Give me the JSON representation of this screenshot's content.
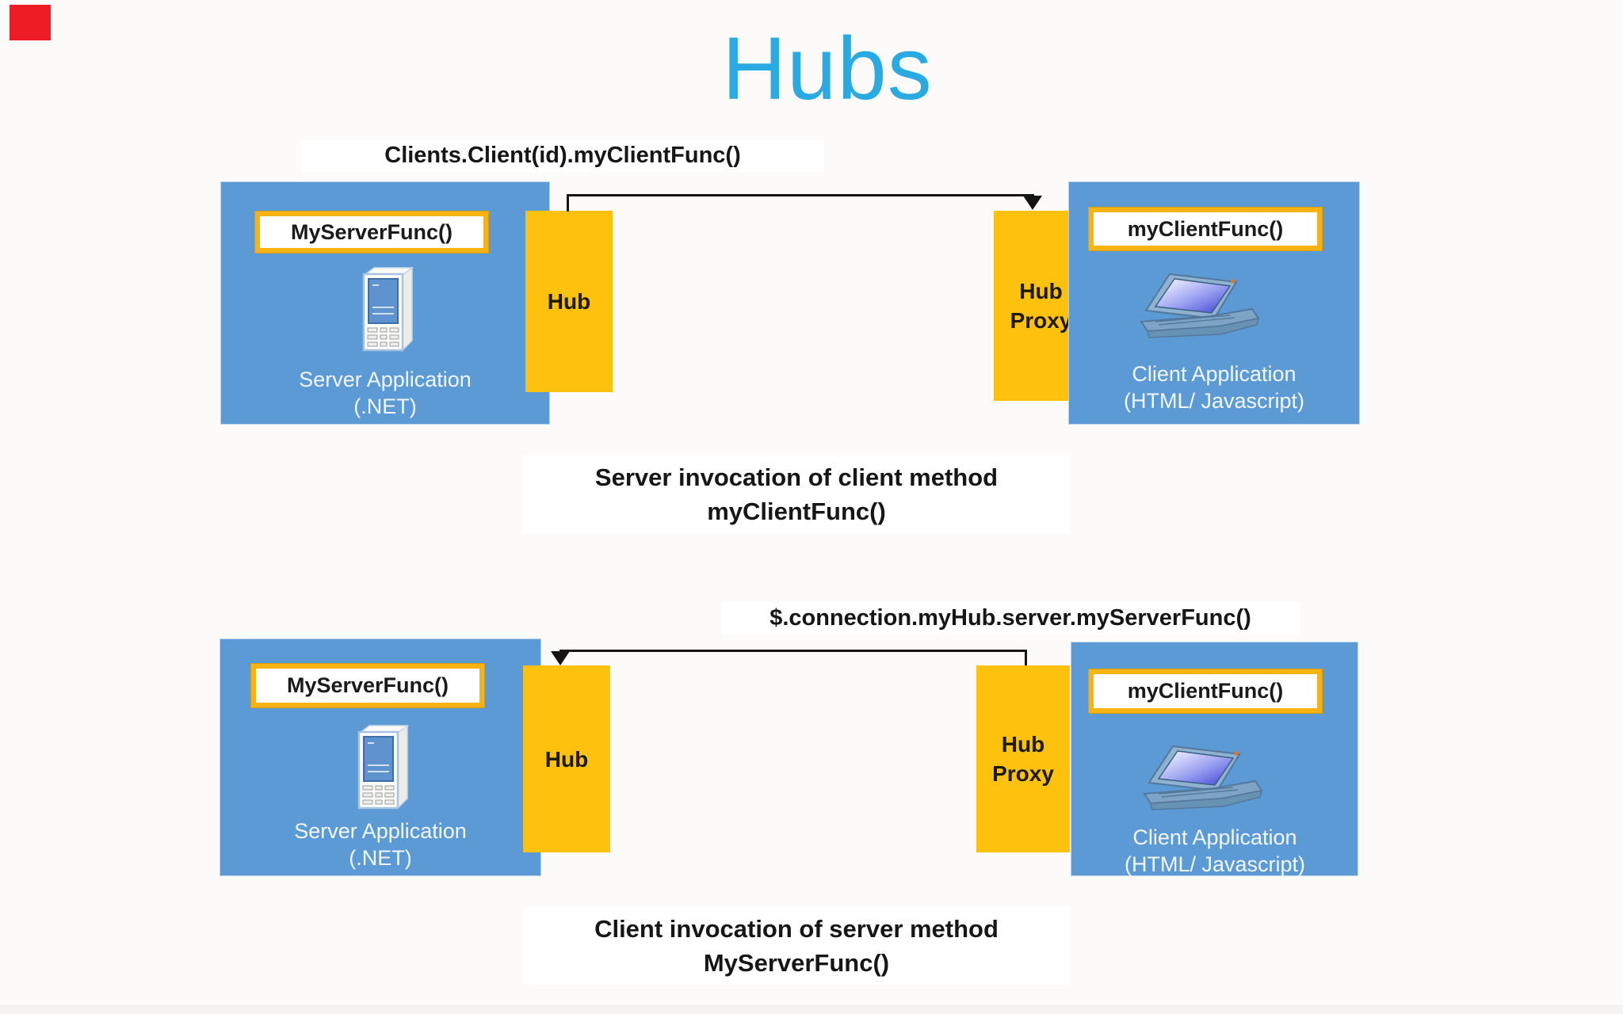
{
  "slide": {
    "title": "Hubs",
    "accent_color": "#29abe2",
    "box_blue": "#5b9ad5",
    "gold": "#fec10d",
    "corner_marker_color": "#ee1c25",
    "diagrams": [
      {
        "call_label": "Clients.Client(id).myClientFunc()",
        "server_box": {
          "func_label": "MyServerFunc()",
          "line1": "Server Application",
          "line2": "(.NET)"
        },
        "hub": {
          "label": "Hub"
        },
        "hub_proxy": {
          "line1": "Hub",
          "line2": "Proxy"
        },
        "client_box": {
          "func_label": "myClientFunc()",
          "line1": "Client Application",
          "line2": "(HTML/ Javascript)"
        },
        "caption": {
          "line1": "Server invocation of client method",
          "line2": "myClientFunc()"
        },
        "arrow_direction": "hub-to-proxy"
      },
      {
        "call_label": "$.connection.myHub.server.myServerFunc()",
        "server_box": {
          "func_label": "MyServerFunc()",
          "line1": "Server Application",
          "line2": "(.NET)"
        },
        "hub": {
          "label": "Hub"
        },
        "hub_proxy": {
          "line1": "Hub",
          "line2": "Proxy"
        },
        "client_box": {
          "func_label": "myClientFunc()",
          "line1": "Client Application",
          "line2": "(HTML/ Javascript)"
        },
        "caption": {
          "line1": "Client invocation of server method",
          "line2": "MyServerFunc()"
        },
        "arrow_direction": "proxy-to-hub"
      }
    ]
  }
}
